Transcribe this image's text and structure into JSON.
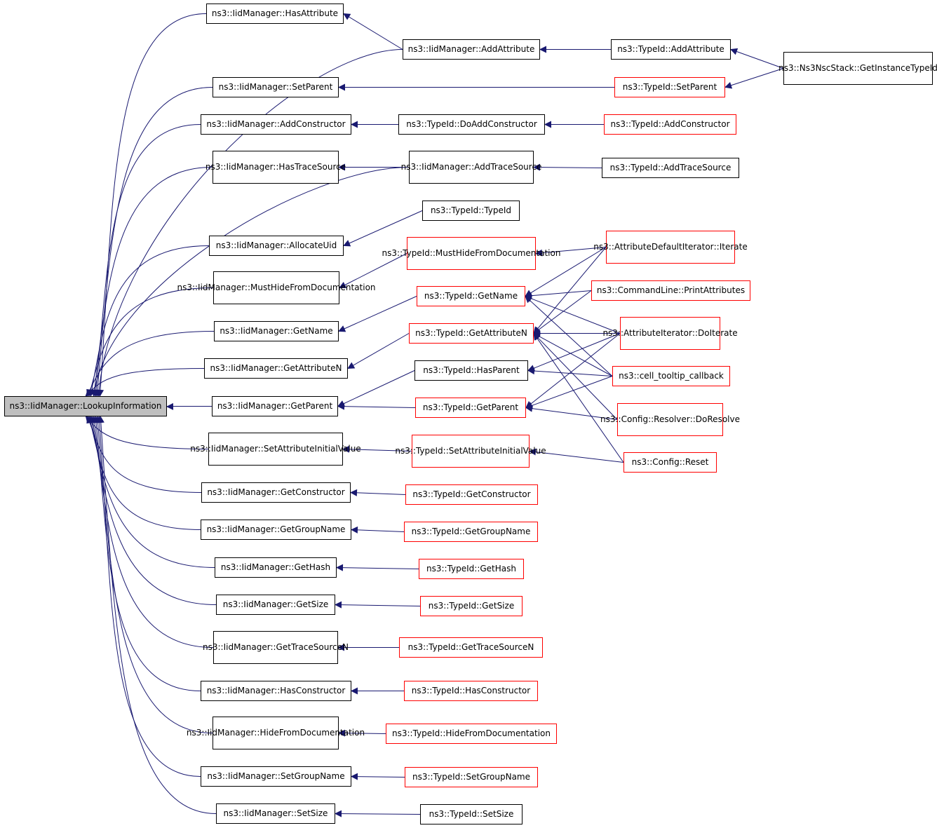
{
  "colors": {
    "edge": "#191970",
    "border": "#000000",
    "border_ext": "#ff0000",
    "focus_fill": "#bfbfbf"
  },
  "nodes": [
    {
      "id": "lookup",
      "lines": [
        "ns3::IidManager::LookupInformation"
      ]
    },
    {
      "id": "hasattr",
      "lines": [
        "ns3::IidManager::HasAttribute"
      ]
    },
    {
      "id": "addattr",
      "lines": [
        "ns3::IidManager::AddAttribute"
      ]
    },
    {
      "id": "setparent",
      "lines": [
        "ns3::IidManager::SetParent"
      ]
    },
    {
      "id": "addctor",
      "lines": [
        "ns3::IidManager::AddConstructor"
      ]
    },
    {
      "id": "hastrace",
      "lines": [
        "ns3::IidManager::HasTrace",
        "Source"
      ]
    },
    {
      "id": "addtrace",
      "lines": [
        "ns3::IidManager::AddTrace",
        "Source"
      ]
    },
    {
      "id": "allocuid",
      "lines": [
        "ns3::IidManager::AllocateUid"
      ]
    },
    {
      "id": "musthide",
      "lines": [
        "ns3::IidManager::MustHide",
        "FromDocumentation"
      ]
    },
    {
      "id": "getname",
      "lines": [
        "ns3::IidManager::GetName"
      ]
    },
    {
      "id": "getattrn",
      "lines": [
        "ns3::IidManager::GetAttributeN"
      ]
    },
    {
      "id": "getparent",
      "lines": [
        "ns3::IidManager::GetParent"
      ]
    },
    {
      "id": "setattrinit",
      "lines": [
        "ns3::IidManager::SetAttribute",
        "InitialValue"
      ]
    },
    {
      "id": "getctor",
      "lines": [
        "ns3::IidManager::GetConstructor"
      ]
    },
    {
      "id": "getgroup",
      "lines": [
        "ns3::IidManager::GetGroupName"
      ]
    },
    {
      "id": "gethash",
      "lines": [
        "ns3::IidManager::GetHash"
      ]
    },
    {
      "id": "getsize",
      "lines": [
        "ns3::IidManager::GetSize"
      ]
    },
    {
      "id": "gettracen",
      "lines": [
        "ns3::IidManager::GetTrace",
        "SourceN"
      ]
    },
    {
      "id": "hasctor",
      "lines": [
        "ns3::IidManager::HasConstructor"
      ]
    },
    {
      "id": "hidefrom",
      "lines": [
        "ns3::IidManager::HideFrom",
        "Documentation"
      ]
    },
    {
      "id": "setgroup",
      "lines": [
        "ns3::IidManager::SetGroupName"
      ]
    },
    {
      "id": "setsize",
      "lines": [
        "ns3::IidManager::SetSize"
      ]
    },
    {
      "id": "t_addattr",
      "lines": [
        "ns3::TypeId::AddAttribute"
      ]
    },
    {
      "id": "t_setparent",
      "lines": [
        "ns3::TypeId::SetParent"
      ]
    },
    {
      "id": "t_doaddctor",
      "lines": [
        "ns3::TypeId::DoAddConstructor"
      ]
    },
    {
      "id": "t_addctor",
      "lines": [
        "ns3::TypeId::AddConstructor"
      ]
    },
    {
      "id": "t_addtrace",
      "lines": [
        "ns3::TypeId::AddTraceSource"
      ]
    },
    {
      "id": "t_typeid",
      "lines": [
        "ns3::TypeId::TypeId"
      ]
    },
    {
      "id": "t_musthide",
      "lines": [
        "ns3::TypeId::MustHideFrom",
        "Documentation"
      ]
    },
    {
      "id": "t_getname",
      "lines": [
        "ns3::TypeId::GetName"
      ]
    },
    {
      "id": "t_getattrn",
      "lines": [
        "ns3::TypeId::GetAttributeN"
      ]
    },
    {
      "id": "t_hasparent",
      "lines": [
        "ns3::TypeId::HasParent"
      ]
    },
    {
      "id": "t_getparent",
      "lines": [
        "ns3::TypeId::GetParent"
      ]
    },
    {
      "id": "t_setattrinit",
      "lines": [
        "ns3::TypeId::SetAttribute",
        "InitialValue"
      ]
    },
    {
      "id": "t_getctor",
      "lines": [
        "ns3::TypeId::GetConstructor"
      ]
    },
    {
      "id": "t_getgroup",
      "lines": [
        "ns3::TypeId::GetGroupName"
      ]
    },
    {
      "id": "t_gethash",
      "lines": [
        "ns3::TypeId::GetHash"
      ]
    },
    {
      "id": "t_getsize",
      "lines": [
        "ns3::TypeId::GetSize"
      ]
    },
    {
      "id": "t_gettracen",
      "lines": [
        "ns3::TypeId::GetTraceSourceN"
      ]
    },
    {
      "id": "t_hasctor",
      "lines": [
        "ns3::TypeId::HasConstructor"
      ]
    },
    {
      "id": "t_hidefrom",
      "lines": [
        "ns3::TypeId::HideFromDocumentation"
      ]
    },
    {
      "id": "t_setgroup",
      "lines": [
        "ns3::TypeId::SetGroupName"
      ]
    },
    {
      "id": "t_setsize",
      "lines": [
        "ns3::TypeId::SetSize"
      ]
    },
    {
      "id": "nsc",
      "lines": [
        "ns3::Ns3NscStack::GetInstance",
        "TypeId"
      ]
    },
    {
      "id": "adi",
      "lines": [
        "ns3::AttributeDefaultIterator",
        "::Iterate"
      ]
    },
    {
      "id": "cmdline",
      "lines": [
        "ns3::CommandLine::PrintAttributes"
      ]
    },
    {
      "id": "attrit",
      "lines": [
        "ns3::AttributeIterator",
        "::DoIterate"
      ]
    },
    {
      "id": "tooltip",
      "lines": [
        "ns3::cell_tooltip_callback"
      ]
    },
    {
      "id": "resolver",
      "lines": [
        "ns3::Config::Resolver",
        "::DoResolve"
      ]
    },
    {
      "id": "reset",
      "lines": [
        "ns3::Config::Reset"
      ]
    }
  ]
}
